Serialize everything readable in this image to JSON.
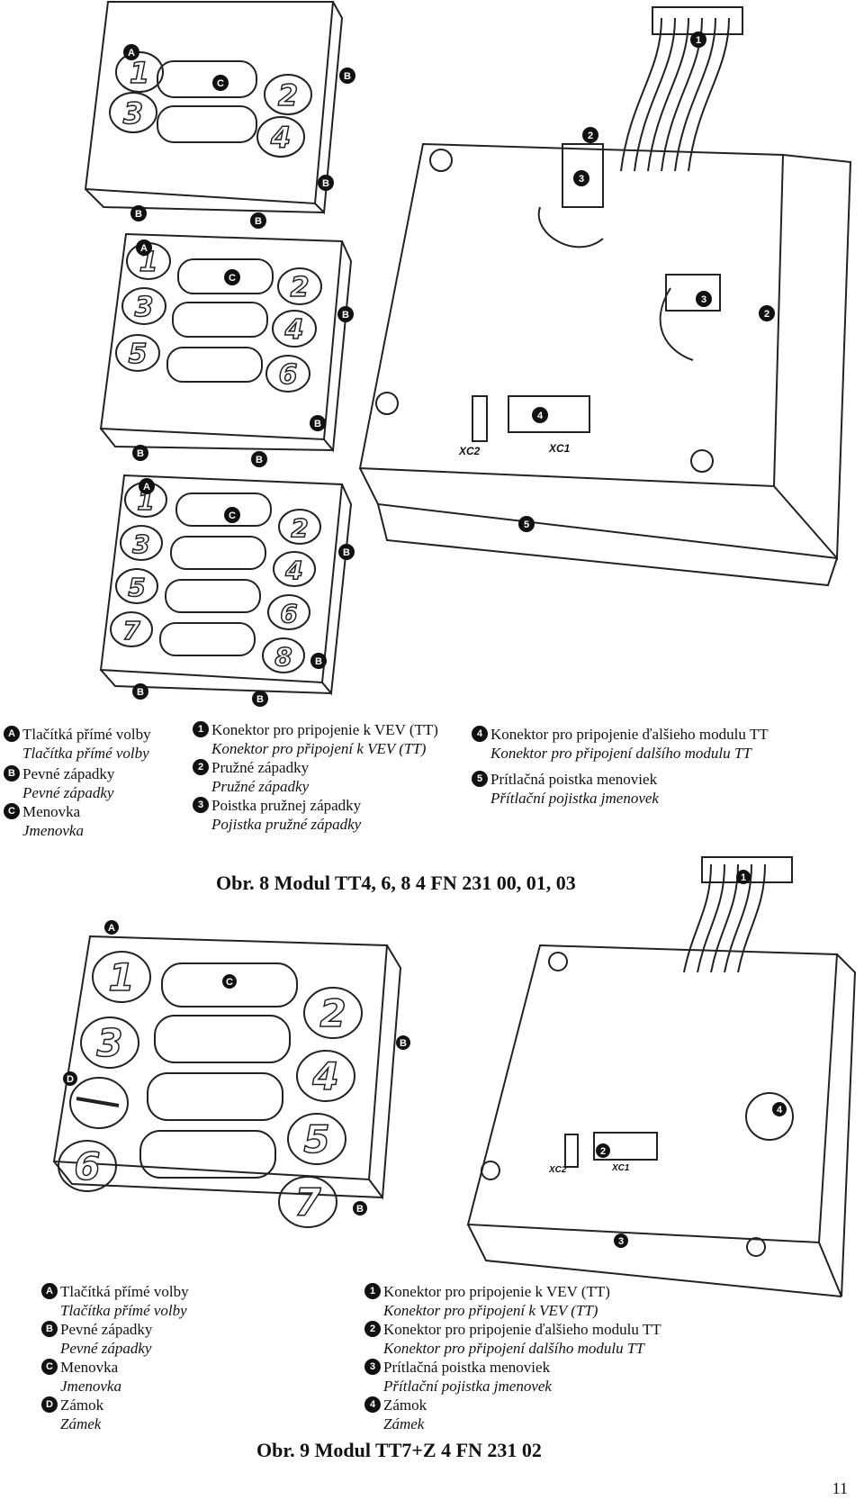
{
  "figure8": {
    "caption": "Obr. 8 Modul TT4, 6, 8 4 FN 231 00, 01, 03",
    "legend_col1": [
      {
        "badge": "A",
        "sk": "Tlačítká přímé volby",
        "cz": "Tlačítka přímé volby"
      },
      {
        "badge": "B",
        "sk": "Pevné západky",
        "cz": "Pevné západky"
      },
      {
        "badge": "C",
        "sk": "Menovka",
        "cz": "Jmenovka"
      }
    ],
    "legend_col2": [
      {
        "badge": "1",
        "sk": "Konektor pro pripojenie k VEV (TT)",
        "cz": "Konektor pro připojení k VEV (TT)"
      },
      {
        "badge": "2",
        "sk": "Pružné západky",
        "cz": "Pružné západky"
      },
      {
        "badge": "3",
        "sk": "Poistka pružnej západky",
        "cz": "Pojistka pružné západky"
      }
    ],
    "legend_col3": [
      {
        "badge": "4",
        "sk": "Konektor pro pripojenie ďalšieho modulu TT",
        "cz": "Konektor pro připojení dalšího modulu TT"
      },
      {
        "badge": "5",
        "sk": "Prítlačná poistka menoviek",
        "cz": "Přítlační pojistka jmenovek"
      }
    ],
    "connectors": {
      "xc1": "XC1",
      "xc2": "XC2"
    }
  },
  "figure9": {
    "caption": "Obr. 9 Modul TT7+Z 4 FN 231 02",
    "legend_col1": [
      {
        "badge": "A",
        "sk": "Tlačítká přímé volby",
        "cz": "Tlačítka přímé volby"
      },
      {
        "badge": "B",
        "sk": "Pevné západky",
        "cz": "Pevné západky"
      },
      {
        "badge": "C",
        "sk": "Menovka",
        "cz": "Jmenovka"
      },
      {
        "badge": "D",
        "sk": "Zámok",
        "cz": "Zámek"
      }
    ],
    "legend_col2": [
      {
        "badge": "1",
        "sk": "Konektor pro pripojenie k VEV (TT)",
        "cz": "Konektor pro připojení k VEV (TT)"
      },
      {
        "badge": "2",
        "sk": "Konektor pro pripojenie ďalšieho modulu TT",
        "cz": "Konektor pro připojení dalšího modulu TT"
      },
      {
        "badge": "3",
        "sk": "Prítlačná poistka menoviek",
        "cz": "Přítlační pojistka jmenovek"
      },
      {
        "badge": "4",
        "sk": "Zámok",
        "cz": "Zámek"
      }
    ],
    "connectors": {
      "xc1": "XC1",
      "xc2": "XC2"
    }
  },
  "page_number": "11",
  "icon_names": [
    "callout-badge",
    "key-digit",
    "screw-icon",
    "connector-icon",
    "ribbon-cable"
  ]
}
